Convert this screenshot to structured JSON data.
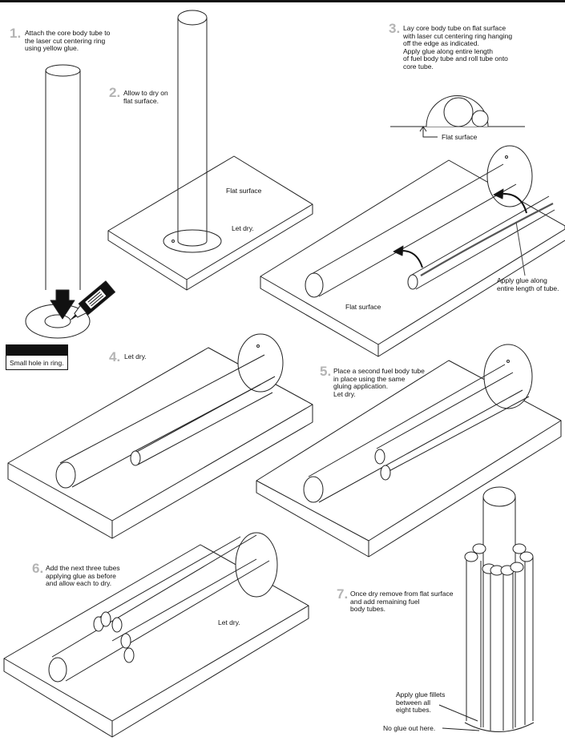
{
  "steps": [
    {
      "number": "1.",
      "text": "Attach the core body tube to\nthe laser cut centering ring\nusing yellow glue."
    },
    {
      "number": "2.",
      "text": "Allow to dry on\nflat surface."
    },
    {
      "number": "3.",
      "text": "Lay core body tube on flat surface\nwith laser cut centering ring hanging\noff the edge as indicated.\nApply glue along entire length\nof fuel body tube and roll tube onto\ncore tube."
    },
    {
      "number": "4.",
      "text": "Let dry."
    },
    {
      "number": "5.",
      "text": "Place a second fuel body tube\nin place using the same\ngluing application.\nLet dry."
    },
    {
      "number": "6.",
      "text": "Add the next three tubes\napplying glue as before\nand allow each to dry."
    },
    {
      "number": "7.",
      "text": "Once dry remove from flat surface\nand add remaining fuel\nbody tubes."
    }
  ],
  "labels": {
    "small_hole": "Small hole in ring.",
    "flat_surface": "Flat surface",
    "let_dry": "Let dry.",
    "apply_glue_length": "Apply glue along\nentire length of tube.",
    "apply_glue_fillets": "Apply glue fillets\nbetween all\neight tubes.",
    "no_glue": "No glue out here."
  }
}
